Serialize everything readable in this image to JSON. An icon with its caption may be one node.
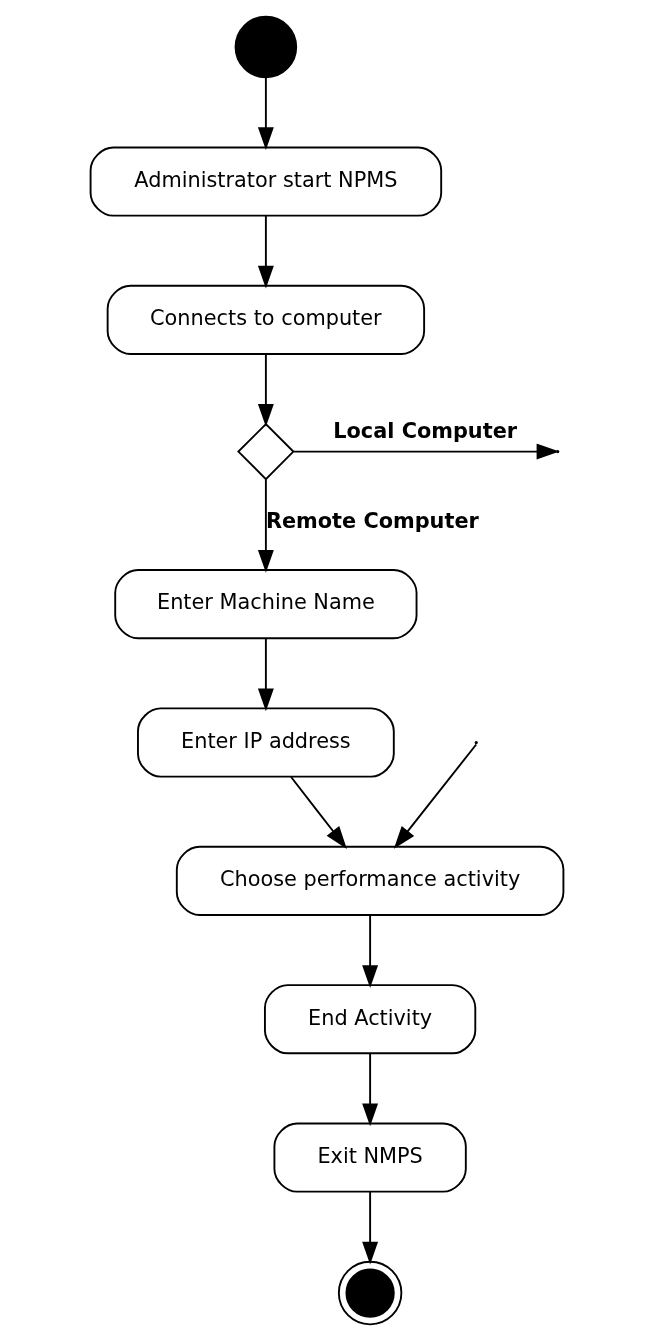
{
  "diagram": {
    "nodes": [
      {
        "text": [],
        "shape": "circle"
      },
      {
        "text": [
          "Administrator start NPMS"
        ]
      },
      {
        "text": [
          "Connects to computer"
        ]
      },
      {
        "text": [],
        "shape": "diamond"
      },
      {
        "text": [
          "Enter Machine Name"
        ]
      },
      {
        "text": [
          "Enter IP address"
        ]
      },
      {
        "text": [
          "Choose performance activity"
        ]
      },
      {
        "text": [
          "End Activity"
        ]
      },
      {
        "text": [
          "Exit NMPS"
        ]
      },
      {
        "text": [],
        "shape": "circle"
      }
    ],
    "edges": [
      {
        "from": 0,
        "to": 1,
        "arrow": "to"
      },
      {
        "from": 1,
        "to": 2,
        "arrow": "to"
      },
      {
        "from": 2,
        "to": 3,
        "arrow": "to"
      },
      {
        "from": 3,
        "to": null,
        "arrow": "to",
        "label": "Local Computer"
      },
      {
        "from": 3,
        "to": 4,
        "arrow": "to",
        "label": "Remote Computer"
      },
      {
        "from": 4,
        "to": 5,
        "arrow": "to"
      },
      {
        "from": 5,
        "to": 6,
        "arrow": "to"
      },
      {
        "from": null,
        "to": 6,
        "arrow": "to"
      },
      {
        "from": 6,
        "to": 7,
        "arrow": "to"
      },
      {
        "from": 7,
        "to": 8,
        "arrow": "to"
      },
      {
        "from": 8,
        "to": 9,
        "arrow": "to"
      }
    ]
  }
}
